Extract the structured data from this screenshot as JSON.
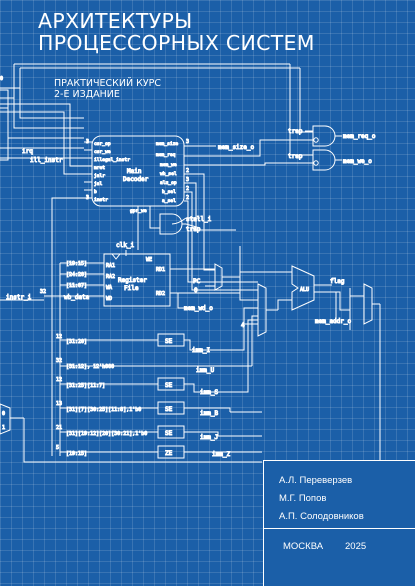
{
  "book": {
    "title_line1": "АРХИТЕКТУРЫ",
    "title_line2": "ПРОЦЕССОРНЫХ СИСТЕМ",
    "subtitle_line1": "ПРАКТИЧЕСКИЙ КУРС",
    "subtitle_line2": "2-Е ИЗДАНИЕ",
    "authors": [
      "А.Л. Переверзев",
      "М.Г. Попов",
      "А.П. Солодовников"
    ],
    "city": "МОСКВА",
    "year": "2025"
  },
  "schematic": {
    "decoder": {
      "title1": "Main",
      "title2": "Decoder",
      "inputs": [
        "csr_op",
        "csr_we",
        "illegal_instr",
        "mret",
        "jalr",
        "jal",
        "b",
        "instr"
      ],
      "outputs": [
        "mem_size",
        "mem_req",
        "mem_we",
        "wb_sel",
        "alu_op",
        "b_sel",
        "a_sel"
      ],
      "gpr_we": "gpr_we"
    },
    "regfile": {
      "title1": "Register",
      "title2": "File",
      "we": "WE",
      "ports": [
        "RA1",
        "RA2",
        "WA",
        "WD"
      ],
      "rd": [
        "RD1",
        "RD2"
      ]
    },
    "signals": {
      "irq": "irq",
      "ill_instr": "ill_instr",
      "mem_size_o": "mem_size_o",
      "mem_req_o": "mem_req_o",
      "mem_we_o": "mem_we_o",
      "trap": "trap",
      "stall_i": "stall_i",
      "clk_i": "clk_i",
      "pc": "PC",
      "flag": "flag",
      "alu": "ALU",
      "mem_wd_o": "mem_wd_o",
      "mem_addr_o": "mem_addr_o",
      "instr_i": "instr_i",
      "wb_data": "wb_data",
      "w32": "32",
      "w12": "12",
      "w13": "13",
      "w21": "21",
      "w5": "5",
      "four": "4",
      "n0": "0",
      "n1": "1",
      "n2": "2",
      "n3": "3",
      "imm_i": "imm_I",
      "imm_u": "imm_U",
      "imm_s": "imm_S",
      "imm_b": "imm_B",
      "imm_j": "imm_J",
      "imm_z": "imm_Z",
      "f1915": "[19:15]",
      "f2420": "[24:20]",
      "f1107": "[11:07]",
      "f3120": "[31:20]",
      "f3112": "[31:12], 12'h000",
      "f3125": "[31:25][11:7]",
      "f31b": "[31][7][30:25][11:8],1'b0",
      "f31j": "[31][19:12][20][30:21],1'b0",
      "f19z": "[19:15]",
      "se": "SE",
      "ze": "ZE"
    }
  }
}
